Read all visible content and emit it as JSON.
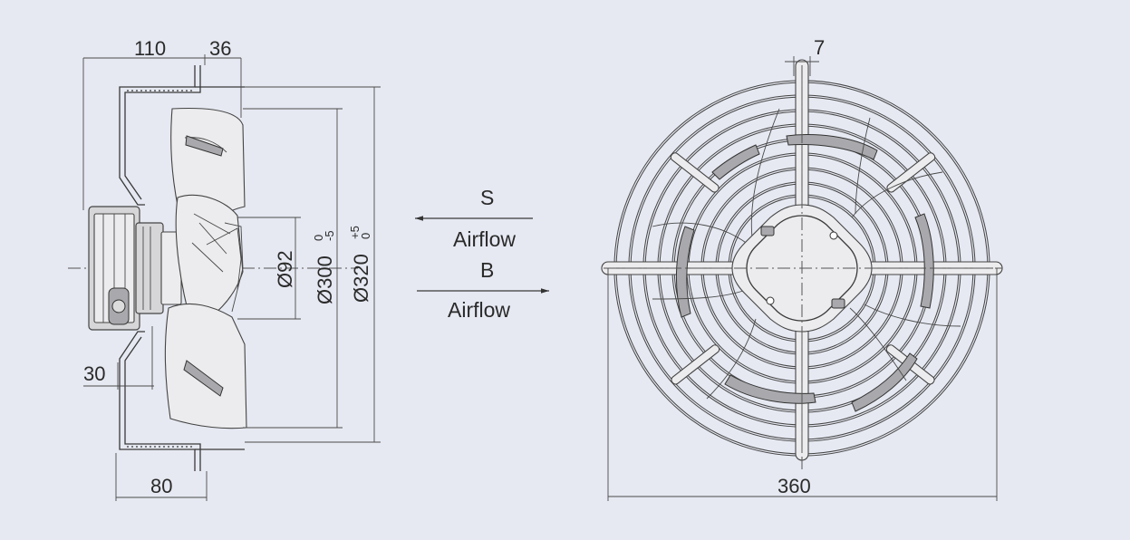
{
  "side_view": {
    "dims": {
      "top_left": "110",
      "top_right": "36",
      "left_mid": "30",
      "bottom": "80",
      "hub_dia": "Ø92",
      "blade_dia": "Ø300",
      "blade_tol_upper": "0",
      "blade_tol_lower": "-5",
      "outer_dia": "Ø320",
      "outer_tol_upper": "+5",
      "outer_tol_lower": "0"
    }
  },
  "airflow": {
    "s_label": "S",
    "s_text": "Airflow",
    "b_label": "B",
    "b_text": "Airflow"
  },
  "front_view": {
    "dims": {
      "top": "7",
      "bottom": "360"
    }
  }
}
